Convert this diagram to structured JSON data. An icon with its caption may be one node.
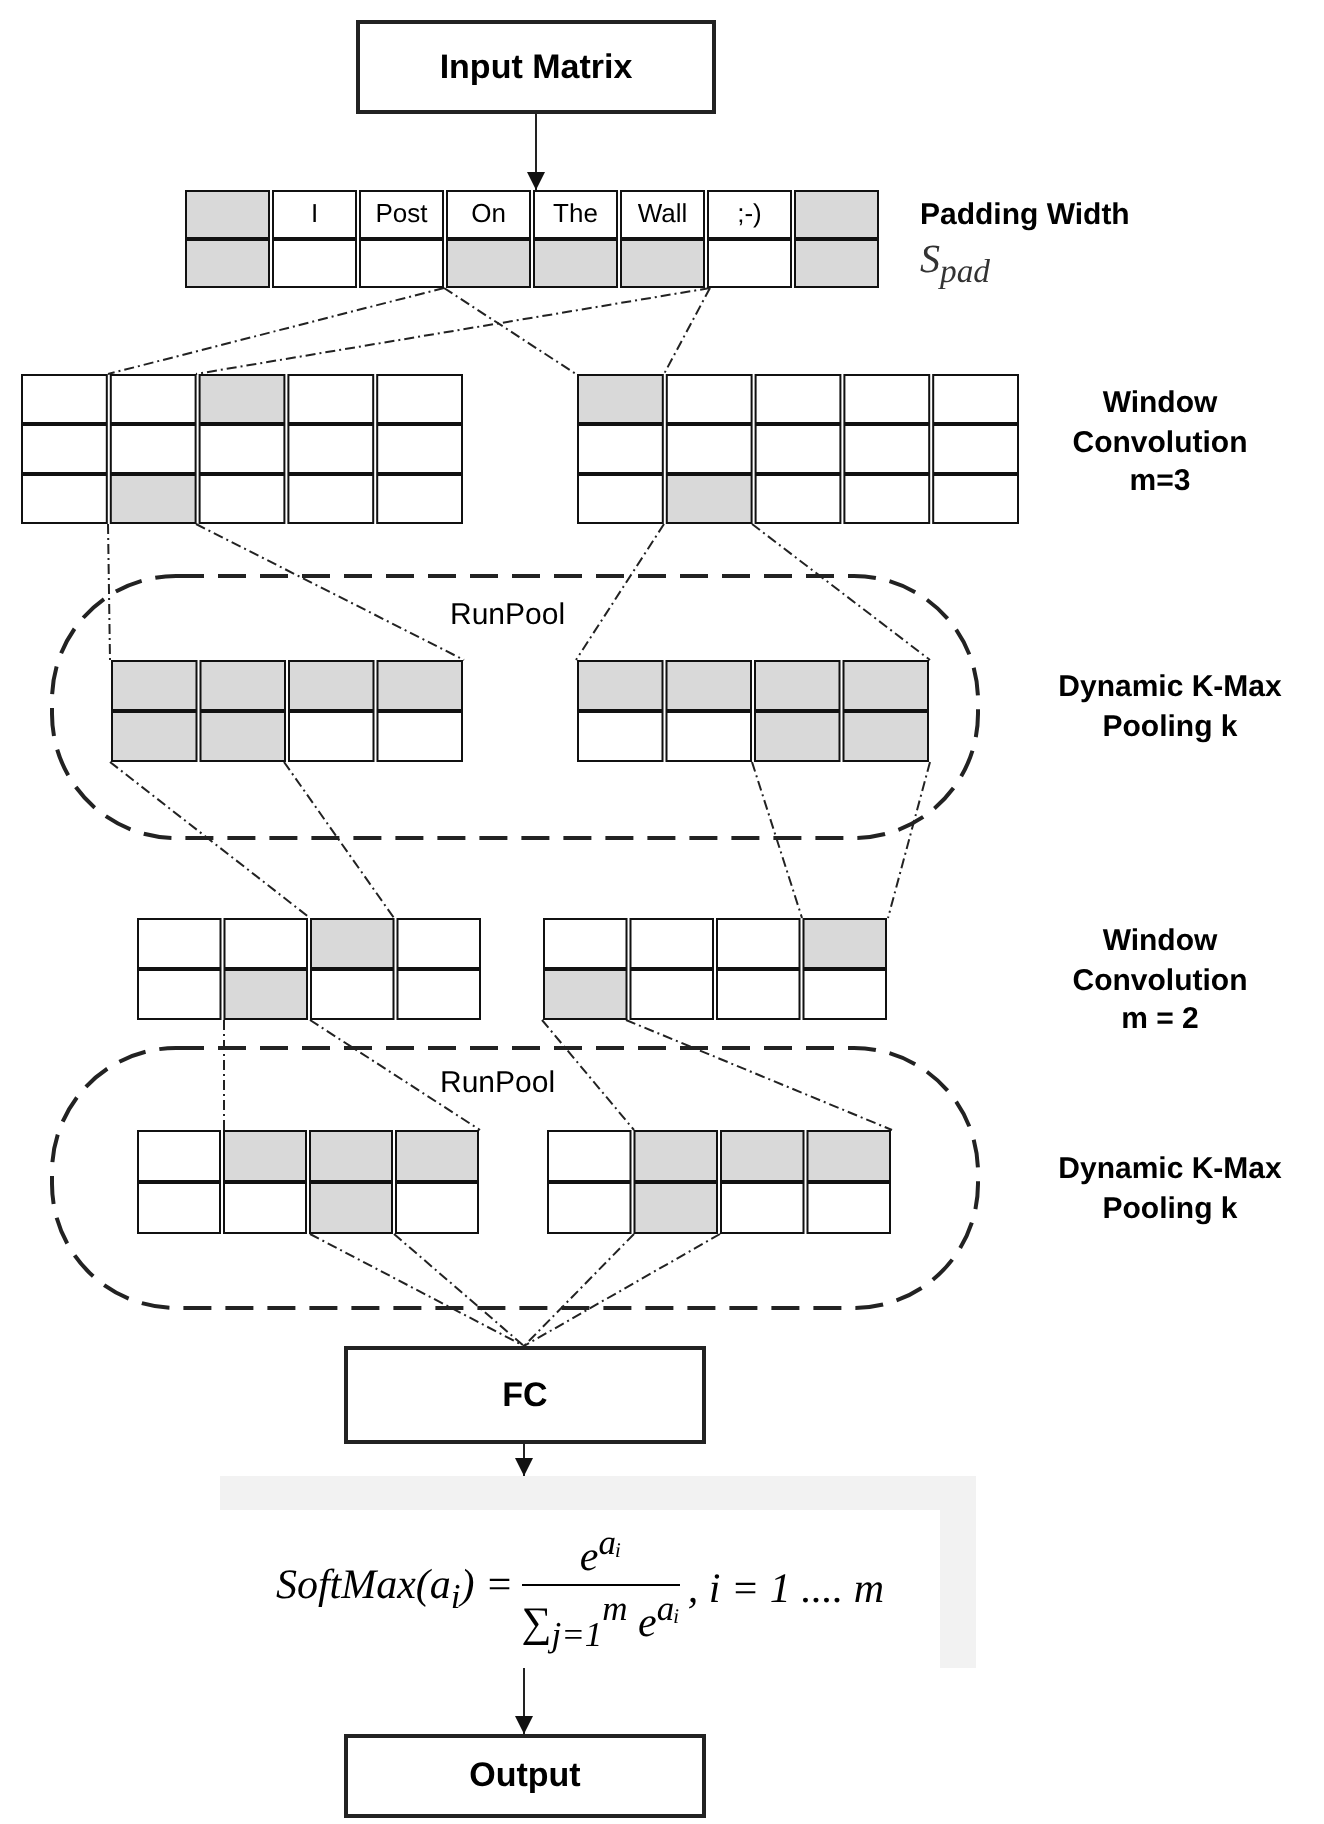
{
  "diagram": {
    "nodes": [
      {
        "text": [
          "Input Matrix"
        ]
      },
      {
        "text": [
          "I",
          "Post",
          "On",
          "The",
          "Wall",
          ";-)"
        ]
      },
      {
        "text": [],
        "shape": "grid"
      },
      {
        "text": [],
        "shape": "grid"
      },
      {
        "text": [
          "RunPool"
        ]
      },
      {
        "text": [],
        "shape": "grid",
        "in": 4
      },
      {
        "text": [],
        "shape": "grid",
        "in": 4
      },
      {
        "text": [],
        "shape": "grid"
      },
      {
        "text": [],
        "shape": "grid"
      },
      {
        "text": [
          "RunPool"
        ]
      },
      {
        "text": [],
        "shape": "grid",
        "in": 9
      },
      {
        "text": [],
        "shape": "grid",
        "in": 9
      },
      {
        "text": [
          "FC"
        ]
      },
      {
        "text": [
          "SoftMax(a$_{i}$) =",
          "e$^{aᵢ}$",
          "∑$_{j=1}$$^{m}$ e$^{aᵢ}$",
          ",   i = 1 .... m"
        ]
      },
      {
        "text": [
          "Output"
        ]
      }
    ],
    "edges": [
      {
        "from": 0,
        "to": 1,
        "arrow": "to"
      },
      {
        "from": 1,
        "to": 2,
        "arrow": "none",
        "style": "dashed"
      },
      {
        "from": 1,
        "to": 2,
        "arrow": "none",
        "style": "dashed"
      },
      {
        "from": 1,
        "to": 3,
        "arrow": "none",
        "style": "dashed"
      },
      {
        "from": 1,
        "to": 3,
        "arrow": "none",
        "style": "dashed"
      },
      {
        "from": 2,
        "to": 5,
        "arrow": "none",
        "style": "dashed"
      },
      {
        "from": 2,
        "to": 5,
        "arrow": "none",
        "style": "dashed"
      },
      {
        "from": 3,
        "to": 6,
        "arrow": "none",
        "style": "dashed"
      },
      {
        "from": 3,
        "to": 6,
        "arrow": "none",
        "style": "dashed"
      },
      {
        "from": 5,
        "to": 7,
        "arrow": "none",
        "style": "dashed"
      },
      {
        "from": 5,
        "to": 7,
        "arrow": "none",
        "style": "dashed"
      },
      {
        "from": 6,
        "to": 8,
        "arrow": "none",
        "style": "dashed"
      },
      {
        "from": 6,
        "to": 8,
        "arrow": "none",
        "style": "dashed"
      },
      {
        "from": 7,
        "to": 10,
        "arrow": "none",
        "style": "dashed"
      },
      {
        "from": 7,
        "to": 10,
        "arrow": "none",
        "style": "dashed"
      },
      {
        "from": 8,
        "to": 11,
        "arrow": "none",
        "style": "dashed"
      },
      {
        "from": 8,
        "to": 11,
        "arrow": "none",
        "style": "dashed"
      },
      {
        "from": 10,
        "to": 12,
        "arrow": "none",
        "style": "dashed"
      },
      {
        "from": 10,
        "to": 12,
        "arrow": "none",
        "style": "dashed"
      },
      {
        "from": 11,
        "to": 12,
        "arrow": "none",
        "style": "dashed"
      },
      {
        "from": 11,
        "to": 12,
        "arrow": "none",
        "style": "dashed"
      },
      {
        "from": 12,
        "to": 13,
        "arrow": "to"
      },
      {
        "from": 13,
        "to": 14,
        "arrow": "to"
      }
    ],
    "labels": [
      "Padding Width",
      "S$_{pad}$",
      "Window Convolution m=3",
      "Dynamic K-Max Pooling k",
      "Window Convolution m = 2",
      "Dynamic K-Max Pooling k"
    ]
  }
}
